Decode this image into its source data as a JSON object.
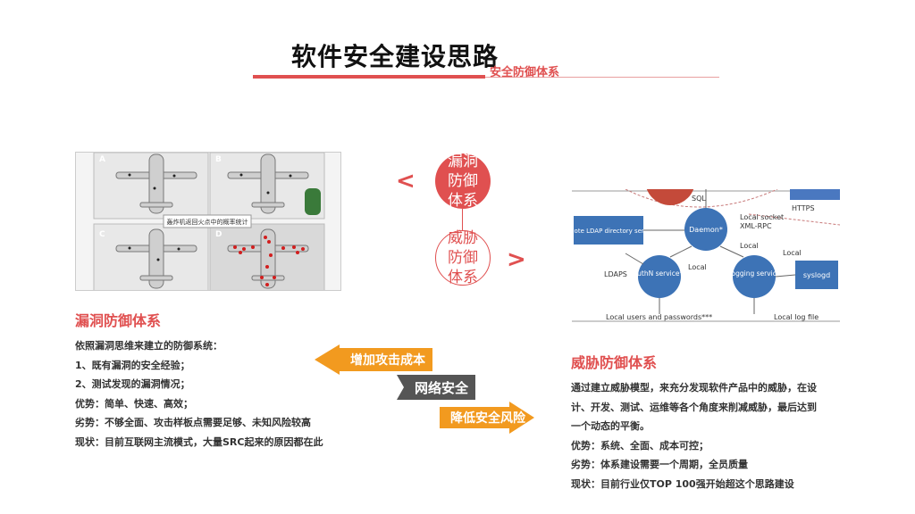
{
  "header": {
    "title": "软件安全建设思路",
    "subtitle": "安全防御体系"
  },
  "center": {
    "vuln_circle": "漏洞\n防御\n体系",
    "threat_circle": "威胁\n防御\n体系",
    "left_chevron": "<",
    "right_chevron": ">"
  },
  "bombers_image": {
    "caption": "轰炸机返回火点中的概率统计",
    "panel_labels": [
      "A",
      "B",
      "C",
      "D"
    ]
  },
  "threat_diagram": {
    "nodes": [
      "Daemon*",
      "AuthN service**",
      "Logging service",
      "syslogd",
      "Remote LDAP directory service"
    ],
    "labels": [
      "SQL",
      "HTTPS",
      "Local socket",
      "XML-RPC",
      "Local",
      "Local",
      "Local",
      "LDAPS",
      "Local users and passwords***",
      "Local log file"
    ]
  },
  "left_section": {
    "title": "漏洞防御体系",
    "lines": [
      "依照漏洞思维来建立的防御系统：",
      "1、既有漏洞的安全经验；",
      "2、测试发现的漏洞情况；",
      "优势：简单、快速、高效；",
      "劣势：不够全面、攻击样板点需要足够、未知风险较高",
      "现状：目前互联网主流模式，大量SRC起来的原因都在此"
    ]
  },
  "right_section": {
    "title": "威胁防御体系",
    "lines": [
      "通过建立威胁模型，来充分发现软件产品中的威胁，在设",
      "计、开发、测试、运维等各个角度来削减威胁，最后达到",
      "一个动态的平衡。",
      "优势：系统、全面、成本可控；",
      "劣势：体系建设需要一个周期，全员质量",
      "现状：目前行业仅TOP 100强开始超这个思路建设"
    ]
  },
  "arrows": {
    "increase_cost": "增加攻击成本",
    "network_security": "网络安全",
    "reduce_risk": "降低安全风险"
  },
  "colors": {
    "accent": "#e05050",
    "arrow_orange": "#f29a1f",
    "arrow_gray": "#555555"
  }
}
